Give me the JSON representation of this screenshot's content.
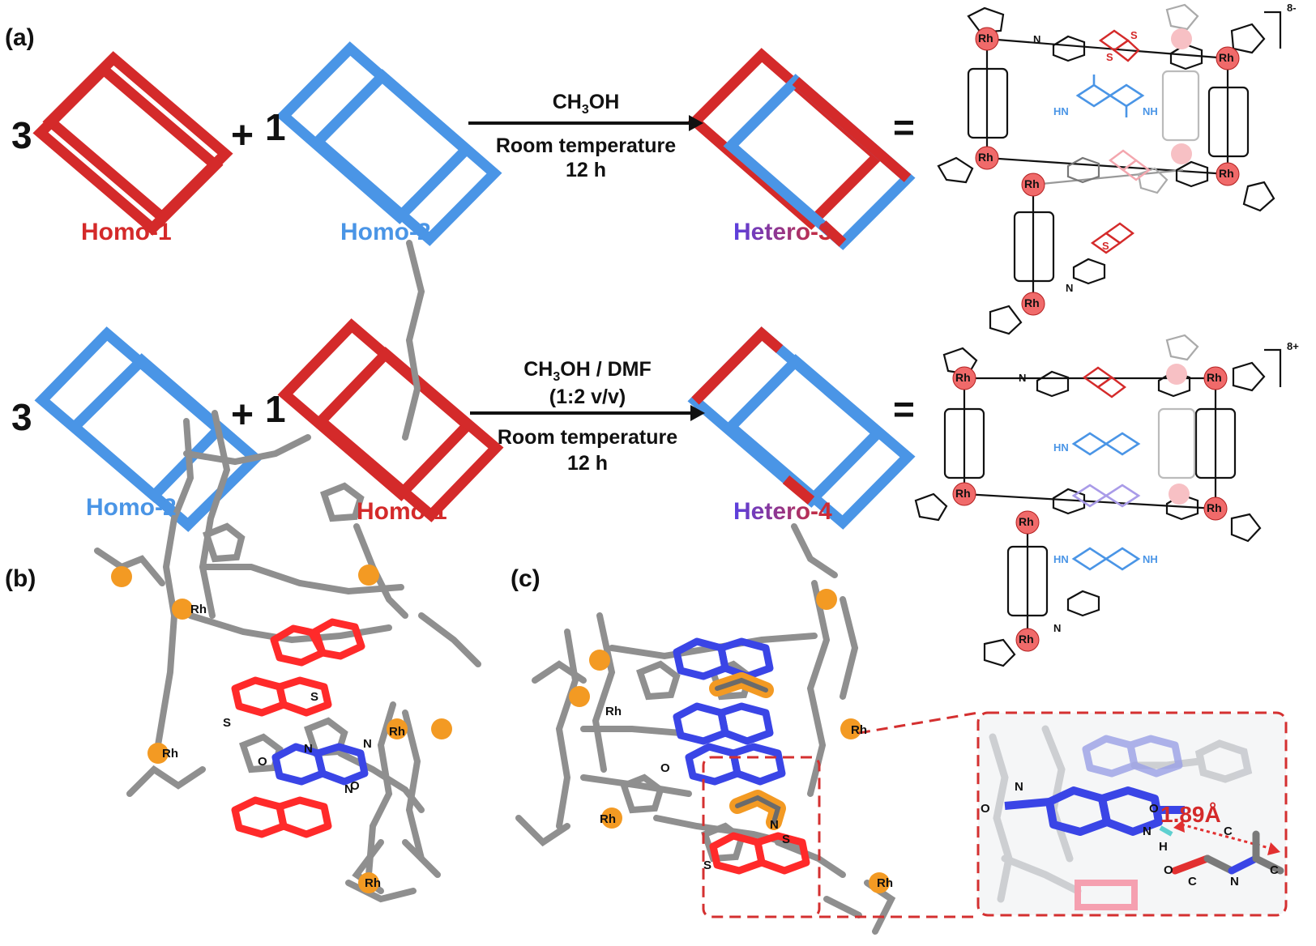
{
  "panels": {
    "a": "(a)",
    "b": "(b)",
    "c": "(c)"
  },
  "colors": {
    "red": "#d42a2a",
    "blue": "#4a95e6",
    "purple": "#6a3fd0",
    "orange": "#f39a23",
    "gray": "#8f8f8f",
    "pink": "#f3a6ae"
  },
  "row1": {
    "coef_left": "3",
    "plus": "+",
    "coef_right": "1",
    "label_left": "Homo-1",
    "label_right": "Homo-2",
    "cond1_a": "CH",
    "cond1_sub": "3",
    "cond1_b": "OH",
    "cond2": "Room temperature",
    "cond3": "12 h",
    "product": "Hetero-3",
    "equals": "=",
    "charge": "8-"
  },
  "row2": {
    "coef_left": "3",
    "plus": "+",
    "coef_right": "1",
    "label_left": "Homo-2",
    "label_right": "Homo-1",
    "cond1_a": "CH",
    "cond1_sub": "3",
    "cond1_b": "OH / DMF",
    "cond1b": "(1:2 v/v)",
    "cond2": "Room temperature",
    "cond3": "12 h",
    "product": "Hetero-4",
    "equals": "=",
    "charge": "8+"
  },
  "atoms": {
    "rh": "Rh",
    "n": "N",
    "s": "S",
    "o": "O",
    "hn": "HN",
    "nh": "NH",
    "h": "H",
    "c": "C"
  },
  "inset": {
    "distance": "1.89Å"
  }
}
